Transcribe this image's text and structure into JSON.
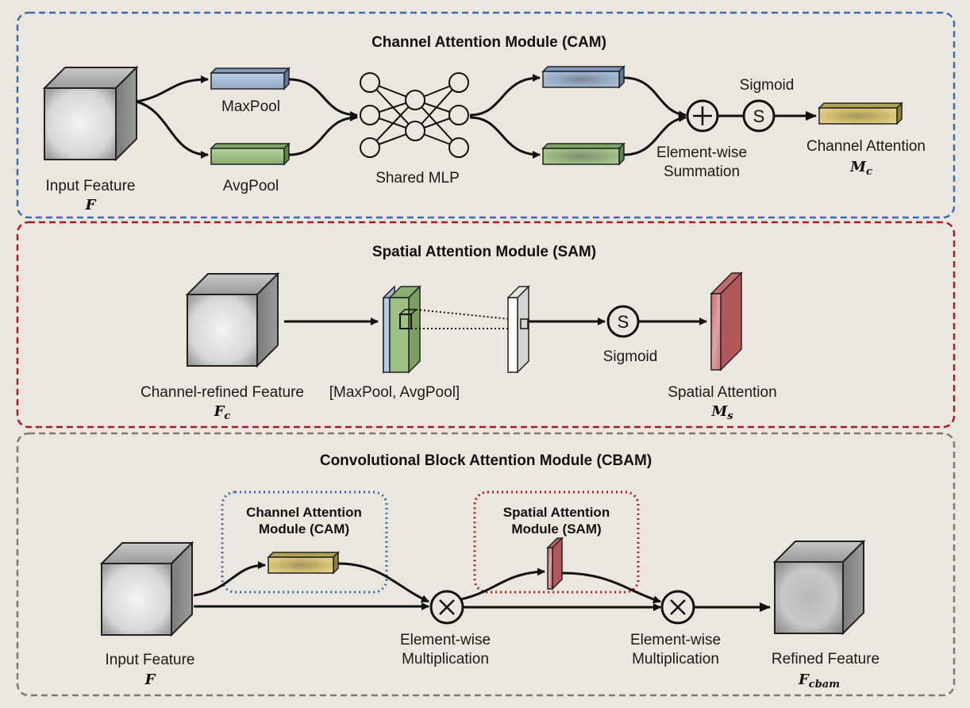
{
  "cam": {
    "title": "Channel Attention Module (CAM)",
    "input_label": "Input Feature",
    "input_symbol": "F",
    "maxpool_label": "MaxPool",
    "avgpool_label": "AvgPool",
    "mlp_label": "Shared MLP",
    "sum_label_1": "Element-wise",
    "sum_label_2": "Summation",
    "sigmoid_label": "Sigmoid",
    "sigmoid_glyph": "S",
    "output_label": "Channel Attention",
    "output_symbol": "M",
    "output_sub": "c"
  },
  "sam": {
    "title": "Spatial Attention Module (SAM)",
    "input_label": "Channel-refined Feature",
    "input_symbol": "F",
    "input_sub": "c",
    "pool_label": "[MaxPool, AvgPool]",
    "sigmoid_label": "Sigmoid",
    "sigmoid_glyph": "S",
    "output_label": "Spatial Attention",
    "output_symbol": "M",
    "output_sub": "s"
  },
  "cbam": {
    "title": "Convolutional Block Attention Module (CBAM)",
    "cam_box_1": "Channel Attention",
    "cam_box_2": "Module (CAM)",
    "sam_box_1": "Spatial Attention",
    "sam_box_2": "Module (SAM)",
    "input_label": "Input Feature",
    "input_symbol": "F",
    "mult1_label_1": "Element-wise",
    "mult1_label_2": "Multiplication",
    "mult2_label_1": "Element-wise",
    "mult2_label_2": "Multiplication",
    "output_label": "Refined Feature",
    "output_symbol": "F",
    "output_sub": "cbam"
  },
  "colors": {
    "cam_border": "#3a6db0",
    "sam_border": "#a31e22",
    "cbam_border": "#7a7a7a",
    "maxpool": "#a9c1dc",
    "avgpool": "#a3c48a",
    "channel_attention": "#d2be6e",
    "spatial_attention": "#d88a8e"
  }
}
